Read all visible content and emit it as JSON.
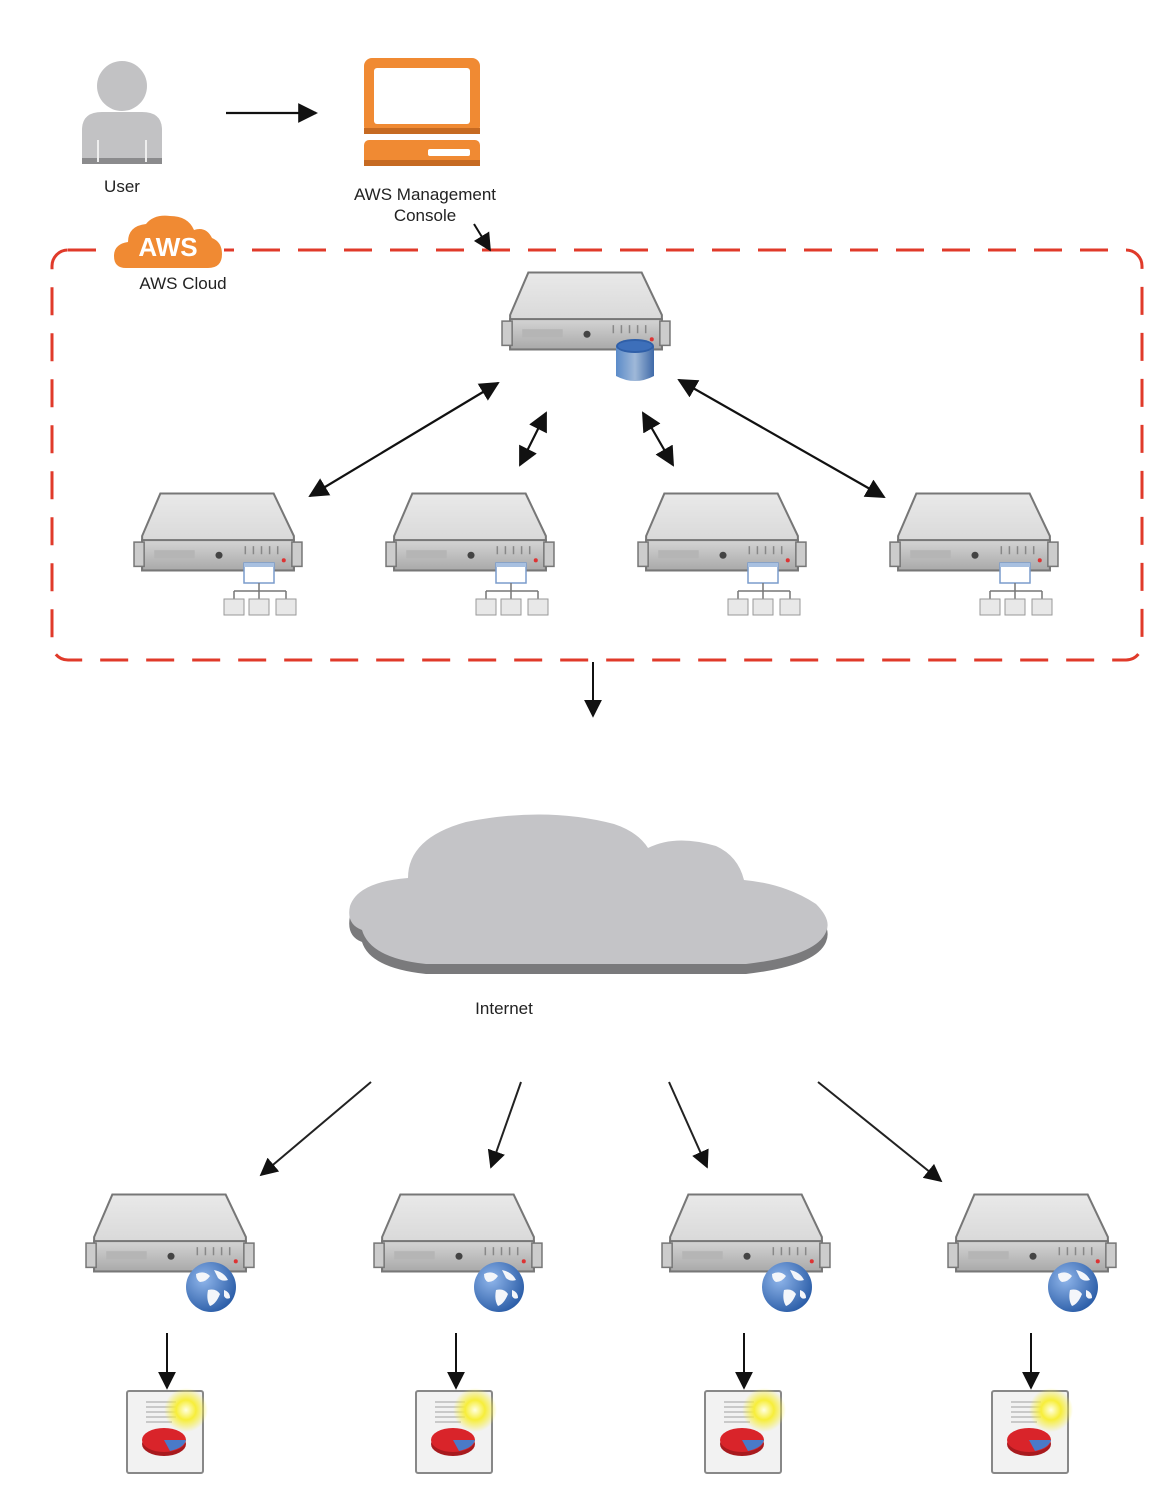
{
  "diagram": {
    "type": "architecture",
    "colors": {
      "aws_orange": "#f08a33",
      "boundary_red": "#e03a2a",
      "server_gray": "#c8c8c8",
      "cloud_gray": "#c4c4c7",
      "arrow": "#111111",
      "db_blue": "#4a78b8",
      "globe_blue": "#3a6fbe",
      "report_red": "#d9242a"
    },
    "nodes": {
      "user": {
        "label": "User",
        "icon": "user-icon"
      },
      "console": {
        "label_line1": "AWS Management",
        "label_line2": "Console",
        "icon": "monitor-icon"
      },
      "aws_cloud": {
        "badge": "AWS",
        "label": "AWS Cloud",
        "icon": "aws-cloud-icon"
      },
      "master_server": {
        "icon": "database-server-icon"
      },
      "worker_servers": [
        {
          "icon": "network-server-icon"
        },
        {
          "icon": "network-server-icon"
        },
        {
          "icon": "network-server-icon"
        },
        {
          "icon": "network-server-icon"
        }
      ],
      "internet": {
        "label": "Internet",
        "icon": "internet-cloud-icon"
      },
      "web_servers": [
        {
          "icon": "web-server-icon"
        },
        {
          "icon": "web-server-icon"
        },
        {
          "icon": "web-server-icon"
        },
        {
          "icon": "web-server-icon"
        }
      ],
      "reports": [
        {
          "icon": "report-icon"
        },
        {
          "icon": "report-icon"
        },
        {
          "icon": "report-icon"
        },
        {
          "icon": "report-icon"
        }
      ]
    },
    "edges": [
      {
        "from": "user",
        "to": "console",
        "direction": "one-way"
      },
      {
        "from": "console",
        "to": "aws_cloud",
        "direction": "one-way"
      },
      {
        "from": "master_server",
        "to": "worker_servers.0",
        "direction": "two-way"
      },
      {
        "from": "master_server",
        "to": "worker_servers.1",
        "direction": "two-way"
      },
      {
        "from": "master_server",
        "to": "worker_servers.2",
        "direction": "two-way"
      },
      {
        "from": "master_server",
        "to": "worker_servers.3",
        "direction": "two-way"
      },
      {
        "from": "aws_cloud",
        "to": "internet",
        "direction": "one-way"
      },
      {
        "from": "internet",
        "to": "web_servers.0",
        "direction": "one-way"
      },
      {
        "from": "internet",
        "to": "web_servers.1",
        "direction": "one-way"
      },
      {
        "from": "internet",
        "to": "web_servers.2",
        "direction": "one-way"
      },
      {
        "from": "internet",
        "to": "web_servers.3",
        "direction": "one-way"
      },
      {
        "from": "web_servers.0",
        "to": "reports.0",
        "direction": "one-way"
      },
      {
        "from": "web_servers.1",
        "to": "reports.1",
        "direction": "one-way"
      },
      {
        "from": "web_servers.2",
        "to": "reports.2",
        "direction": "one-way"
      },
      {
        "from": "web_servers.3",
        "to": "reports.3",
        "direction": "one-way"
      }
    ]
  }
}
